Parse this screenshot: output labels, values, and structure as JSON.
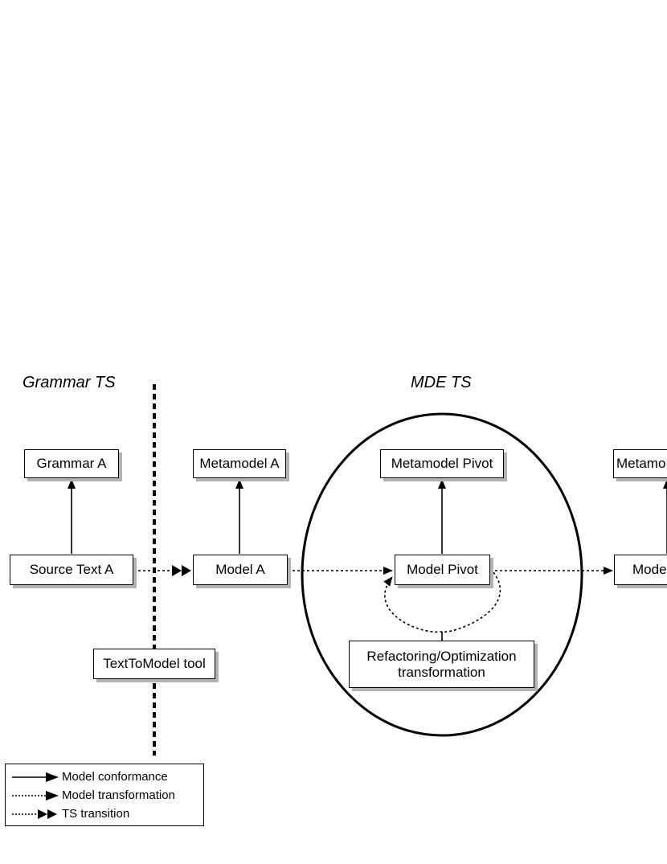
{
  "regions": {
    "grammar_ts": "Grammar TS",
    "mde_ts": "MDE TS"
  },
  "nodes": {
    "grammar_a": "Grammar A",
    "source_text_a": "Source Text A",
    "text_to_model_tool": "TextToModel tool",
    "metamodel_a": "Metamodel A",
    "model_a": "Model A",
    "metamodel_pivot": "Metamodel Pivot",
    "model_pivot": "Model Pivot",
    "refactoring_line1": "Refactoring/Optimization",
    "refactoring_line2": "transformation",
    "metamodel_b_partial": "Metamo",
    "model_b_partial": "Mode"
  },
  "legend": {
    "conformance": "Model conformance",
    "transformation": "Model transformation",
    "ts_transition": "TS transition"
  }
}
